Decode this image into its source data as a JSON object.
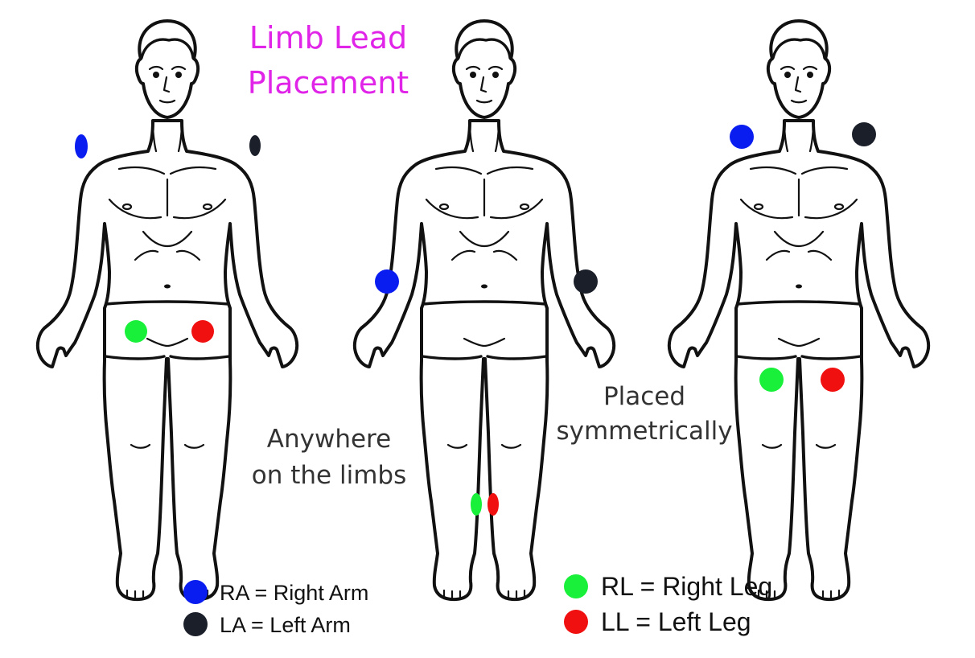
{
  "title": {
    "line1": "Limb Lead",
    "line2": "Placement"
  },
  "notes": {
    "anywhere": {
      "line1": "Anywhere",
      "line2": "on the limbs"
    },
    "symmetric": {
      "line1": "Placed",
      "line2": "symmetrically"
    }
  },
  "colors": {
    "RA": "#0a1df0",
    "LA": "#1a1f2a",
    "RL": "#19f03a",
    "LL": "#f01010",
    "title": "#e024e8"
  },
  "legend": [
    {
      "code": "RA",
      "label": "RA = Right Arm",
      "color": "#0a1df0"
    },
    {
      "code": "LA",
      "label": "LA = Left Arm",
      "color": "#1a1f2a"
    },
    {
      "code": "RL",
      "label": "RL = Right Leg",
      "color": "#19f03a"
    },
    {
      "code": "LL",
      "label": "LL = Left Leg",
      "color": "#f01010"
    }
  ]
}
